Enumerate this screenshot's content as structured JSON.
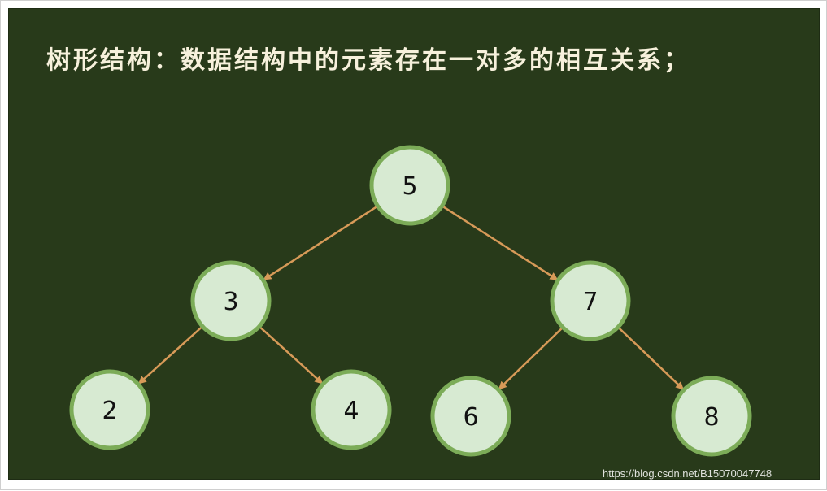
{
  "title": "树形结构：数据结构中的元素存在一对多的相互关系；",
  "colors": {
    "background": "#283a1a",
    "title_text": "#f7f1dc",
    "node_fill": "#d7ead2",
    "node_stroke": "#7cac58",
    "edge": "#d79a58"
  },
  "tree": {
    "nodes": [
      {
        "id": "n5",
        "label": "5"
      },
      {
        "id": "n3",
        "label": "3"
      },
      {
        "id": "n7",
        "label": "7"
      },
      {
        "id": "n2",
        "label": "2"
      },
      {
        "id": "n4",
        "label": "4"
      },
      {
        "id": "n6",
        "label": "6"
      },
      {
        "id": "n8",
        "label": "8"
      }
    ],
    "edges": [
      {
        "from": "n5",
        "to": "n3"
      },
      {
        "from": "n5",
        "to": "n7"
      },
      {
        "from": "n3",
        "to": "n2"
      },
      {
        "from": "n3",
        "to": "n4"
      },
      {
        "from": "n7",
        "to": "n6"
      },
      {
        "from": "n7",
        "to": "n8"
      }
    ]
  },
  "watermark": "https://blog.csdn.net/B15070047748"
}
